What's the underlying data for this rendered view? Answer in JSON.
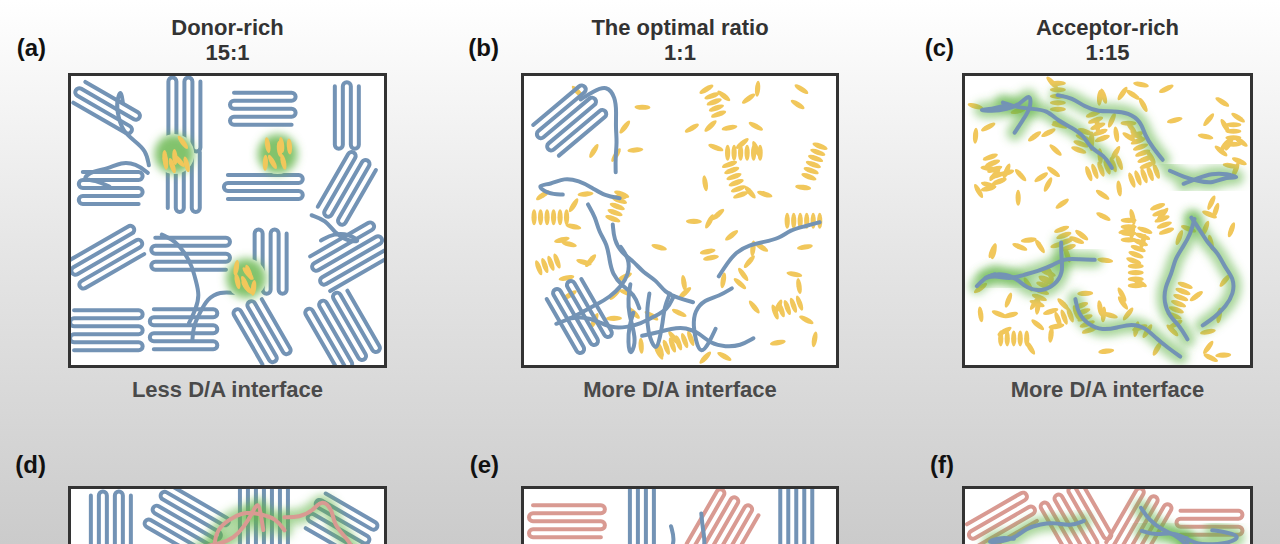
{
  "diagram": {
    "nodes": [
      {
        "text": [
          "Donor-rich",
          "15:1",
          "(a)",
          "Less D/A interface"
        ]
      },
      {
        "text": [
          "The optimal ratio",
          "1:1",
          "(b)",
          "More D/A interface"
        ]
      },
      {
        "text": [
          "Acceptor-rich",
          "1:15",
          "(c)",
          "More D/A interface"
        ]
      },
      {
        "text": [
          "(d)"
        ]
      },
      {
        "text": [
          "(e)"
        ]
      },
      {
        "text": [
          "(f)"
        ]
      }
    ]
  }
}
